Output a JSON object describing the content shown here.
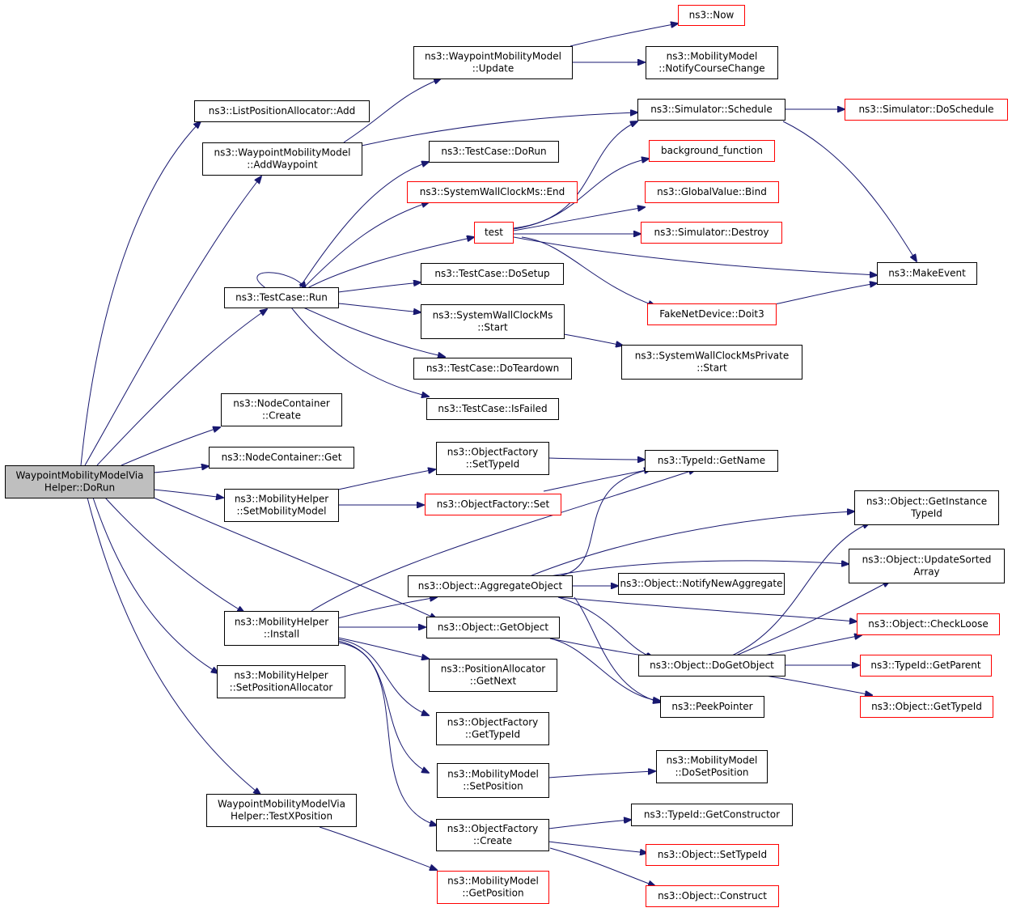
{
  "colors": {
    "edge": "#191970",
    "root_fill": "#bfbfbf",
    "node_fill": "#ffffff",
    "incomplete_border": "#ff0000",
    "border": "#000000"
  },
  "nodes": [
    {
      "id": "dorun",
      "lines": [
        "WaypointMobilityModelVia",
        "Helper::DoRun"
      ],
      "root": true
    },
    {
      "id": "listadd",
      "lines": [
        "ns3::ListPositionAllocator::Add"
      ]
    },
    {
      "id": "addwaypoint",
      "lines": [
        "ns3::WaypointMobilityModel",
        "::AddWaypoint"
      ]
    },
    {
      "id": "wpupdate",
      "lines": [
        "ns3::WaypointMobilityModel",
        "::Update"
      ]
    },
    {
      "id": "now",
      "lines": [
        "ns3::Now"
      ],
      "red": true
    },
    {
      "id": "notifycourse",
      "lines": [
        "ns3::MobilityModel",
        "::NotifyCourseChange"
      ]
    },
    {
      "id": "schedule",
      "lines": [
        "ns3::Simulator::Schedule"
      ]
    },
    {
      "id": "doschedule",
      "lines": [
        "ns3::Simulator::DoSchedule"
      ],
      "red": true
    },
    {
      "id": "tcdorun",
      "lines": [
        "ns3::TestCase::DoRun"
      ]
    },
    {
      "id": "bgfunc",
      "lines": [
        "background_function"
      ],
      "red": true
    },
    {
      "id": "swcend",
      "lines": [
        "ns3::SystemWallClockMs::End"
      ],
      "red": true
    },
    {
      "id": "gvbind",
      "lines": [
        "ns3::GlobalValue::Bind"
      ],
      "red": true
    },
    {
      "id": "test",
      "lines": [
        "test"
      ],
      "red": true
    },
    {
      "id": "destroy",
      "lines": [
        "ns3::Simulator::Destroy"
      ],
      "red": true
    },
    {
      "id": "makeevent",
      "lines": [
        "ns3::MakeEvent"
      ]
    },
    {
      "id": "tcrun",
      "lines": [
        "ns3::TestCase::Run"
      ]
    },
    {
      "id": "tcdosetup",
      "lines": [
        "ns3::TestCase::DoSetup"
      ]
    },
    {
      "id": "doit3",
      "lines": [
        "FakeNetDevice::Doit3"
      ],
      "red": true
    },
    {
      "id": "swcstart",
      "lines": [
        "ns3::SystemWallClockMs",
        "::Start"
      ]
    },
    {
      "id": "swcpstart",
      "lines": [
        "ns3::SystemWallClockMsPrivate",
        "::Start"
      ]
    },
    {
      "id": "tcteardown",
      "lines": [
        "ns3::TestCase::DoTeardown"
      ]
    },
    {
      "id": "tcisfailed",
      "lines": [
        "ns3::TestCase::IsFailed"
      ]
    },
    {
      "id": "nccreate",
      "lines": [
        "ns3::NodeContainer",
        "::Create"
      ]
    },
    {
      "id": "ncget",
      "lines": [
        "ns3::NodeContainer::Get"
      ]
    },
    {
      "id": "ofsettypeid",
      "lines": [
        "ns3::ObjectFactory",
        "::SetTypeId"
      ]
    },
    {
      "id": "typeidgetname",
      "lines": [
        "ns3::TypeId::GetName"
      ]
    },
    {
      "id": "mhsetmobility",
      "lines": [
        "ns3::MobilityHelper",
        "::SetMobilityModel"
      ]
    },
    {
      "id": "ofset",
      "lines": [
        "ns3::ObjectFactory::Set"
      ],
      "red": true
    },
    {
      "id": "getinstancetypeid",
      "lines": [
        "ns3::Object::GetInstance",
        "TypeId"
      ]
    },
    {
      "id": "updatesorted",
      "lines": [
        "ns3::Object::UpdateSorted",
        "Array"
      ]
    },
    {
      "id": "aggregate",
      "lines": [
        "ns3::Object::AggregateObject"
      ]
    },
    {
      "id": "notifynewagg",
      "lines": [
        "ns3::Object::NotifyNewAggregate"
      ]
    },
    {
      "id": "mhinstall",
      "lines": [
        "ns3::MobilityHelper",
        "::Install"
      ]
    },
    {
      "id": "checkloose",
      "lines": [
        "ns3::Object::CheckLoose"
      ],
      "red": true
    },
    {
      "id": "getobject",
      "lines": [
        "ns3::Object::GetObject"
      ]
    },
    {
      "id": "dogetobject",
      "lines": [
        "ns3::Object::DoGetObject"
      ]
    },
    {
      "id": "getparent",
      "lines": [
        "ns3::TypeId::GetParent"
      ],
      "red": true
    },
    {
      "id": "pagetnext",
      "lines": [
        "ns3::PositionAllocator",
        "::GetNext"
      ]
    },
    {
      "id": "mhsetposalloc",
      "lines": [
        "ns3::MobilityHelper",
        "::SetPositionAllocator"
      ]
    },
    {
      "id": "peekpointer",
      "lines": [
        "ns3::PeekPointer"
      ]
    },
    {
      "id": "objgettypeid",
      "lines": [
        "ns3::Object::GetTypeId"
      ],
      "red": true
    },
    {
      "id": "ofgettypeid",
      "lines": [
        "ns3::ObjectFactory",
        "::GetTypeId"
      ]
    },
    {
      "id": "mmsetpos",
      "lines": [
        "ns3::MobilityModel",
        "::SetPosition"
      ]
    },
    {
      "id": "mmdosetpos",
      "lines": [
        "ns3::MobilityModel",
        "::DoSetPosition"
      ]
    },
    {
      "id": "testxpos",
      "lines": [
        "WaypointMobilityModelVia",
        "Helper::TestXPosition"
      ]
    },
    {
      "id": "getconstructor",
      "lines": [
        "ns3::TypeId::GetConstructor"
      ]
    },
    {
      "id": "ofcreate",
      "lines": [
        "ns3::ObjectFactory",
        "::Create"
      ]
    },
    {
      "id": "objsettypeid",
      "lines": [
        "ns3::Object::SetTypeId"
      ],
      "red": true
    },
    {
      "id": "mmgetpos",
      "lines": [
        "ns3::MobilityModel",
        "::GetPosition"
      ],
      "red": true
    },
    {
      "id": "objconstruct",
      "lines": [
        "ns3::Object::Construct"
      ],
      "red": true
    }
  ]
}
